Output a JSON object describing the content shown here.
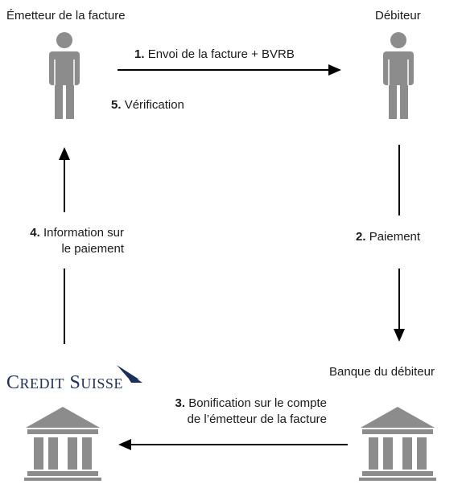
{
  "nodes": {
    "issuer": "Émetteur de la facture",
    "debtor": "Débiteur",
    "debtor_bank": "Banque du débiteur",
    "credit_suisse": {
      "big1": "C",
      "small1": "REDIT",
      "big2": "S",
      "small2": "UISSE"
    }
  },
  "steps": {
    "s1": {
      "num": "1.",
      "text": "Envoi de la facture + BVRB"
    },
    "s2": {
      "num": "2.",
      "text": "Paiement"
    },
    "s3": {
      "num": "3.",
      "line1": "Bonification sur le compte",
      "line2": "de l’émetteur de la facture"
    },
    "s4": {
      "num": "4.",
      "line1": "Information sur",
      "line2": "le paiement"
    },
    "s5": {
      "num": "5.",
      "text": "Vérification"
    }
  },
  "colors": {
    "person": "#8c8c8c",
    "bank": "#8c8c8c",
    "arrow": "#000000",
    "brand": "#1c2f5c"
  }
}
